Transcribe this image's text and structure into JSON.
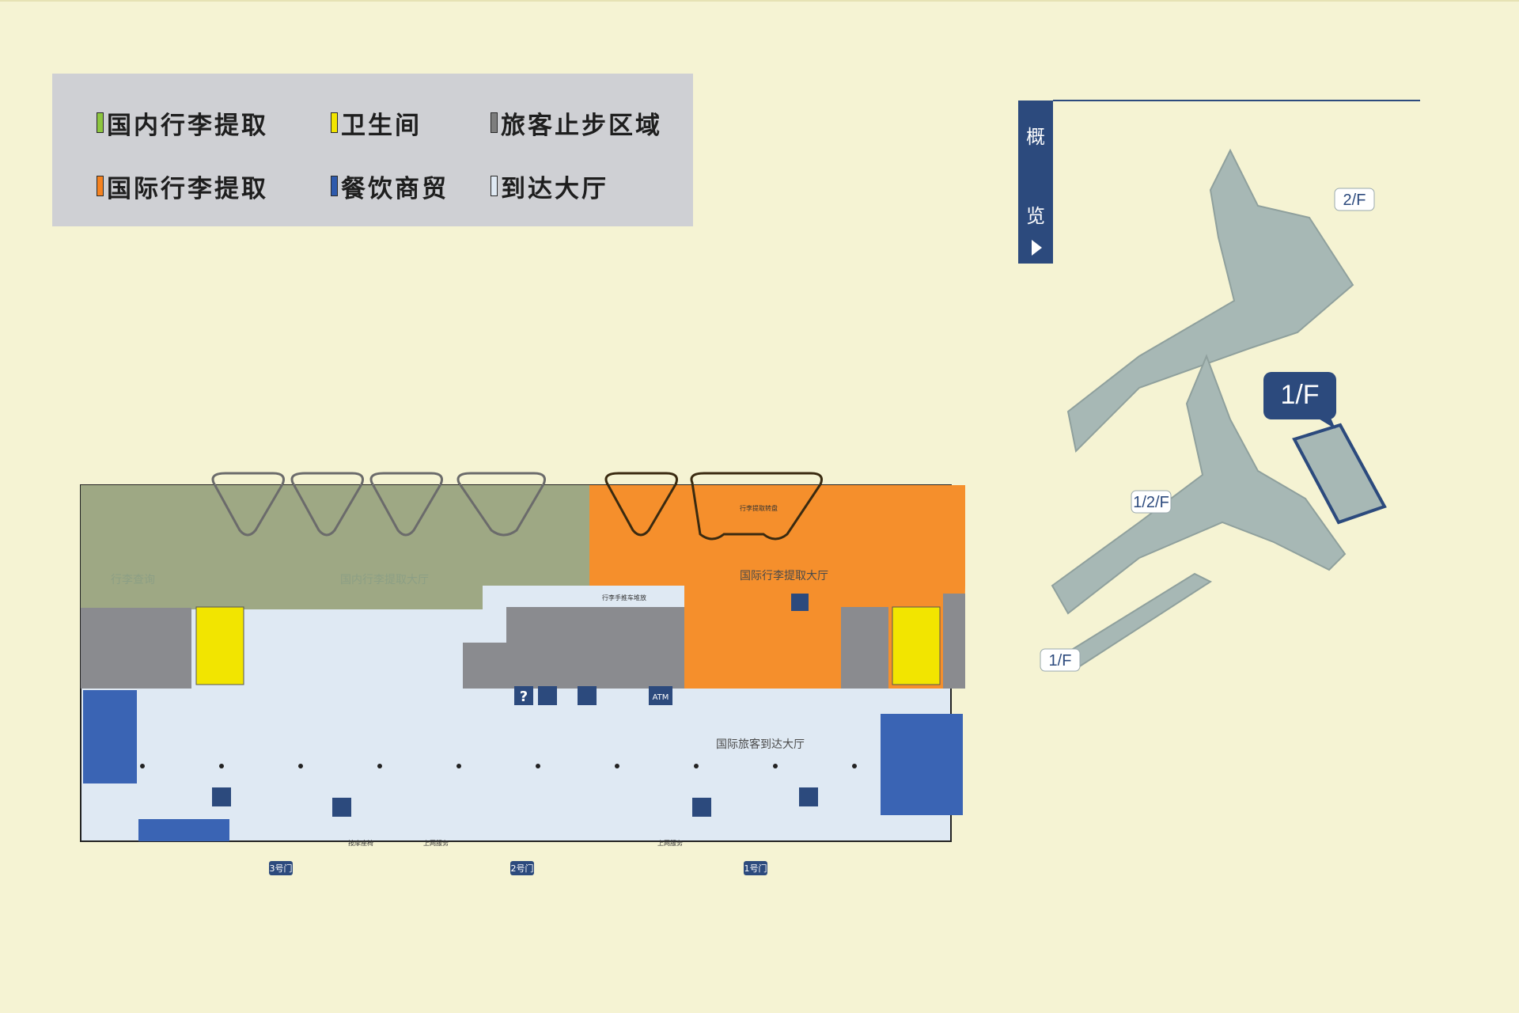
{
  "legend": {
    "items": [
      {
        "label": "国内行李提取",
        "color": "#8dc63f"
      },
      {
        "label": "卫生间",
        "color": "#f2e500"
      },
      {
        "label": "旅客止步区域",
        "color": "#7d7d7d"
      },
      {
        "label": "国际行李提取",
        "color": "#f58220"
      },
      {
        "label": "餐饮商贸",
        "color": "#2e5aac"
      },
      {
        "label": "到达大厅",
        "color": "#dfe9f3"
      }
    ]
  },
  "floorplan": {
    "domestic_hall_label": "国内行李提取大厅",
    "baggage_inquiry_label": "行李查询",
    "carousel_label": "行李提取转盘",
    "intl_hall_label": "国际行李提取大厅",
    "intl_arrivals_label": "国际旅客到达大厅",
    "cart_label": "行李手推车堆放",
    "massage_label": "按摩座椅",
    "internet_label": "上网服务",
    "gates": [
      "3号门",
      "2号门",
      "1号门"
    ],
    "atm_label": "ATM",
    "info_label": "?"
  },
  "overview": {
    "tab_char_1": "概",
    "tab_char_2": "览",
    "label_2f": "2/F",
    "label_12f": "1/2/F",
    "label_1f_small": "1/F",
    "label_1f_callout": "1/F"
  }
}
